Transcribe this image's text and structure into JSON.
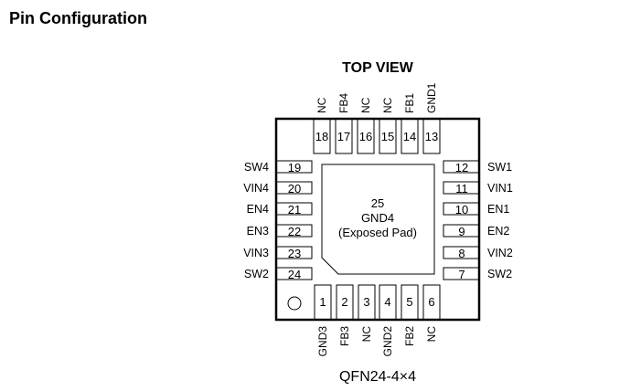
{
  "section_title": "Pin Configuration",
  "diagram": {
    "view_label": "TOP VIEW",
    "package_label": "QFN24-4×4",
    "exposed_pad": {
      "number": "25",
      "name": "GND4",
      "note": "(Exposed Pad)"
    },
    "pin1_marker": "circle-marker",
    "pins_bottom": [
      {
        "num": "1",
        "name": "GND3"
      },
      {
        "num": "2",
        "name": "FB3"
      },
      {
        "num": "3",
        "name": "NC"
      },
      {
        "num": "4",
        "name": "GND2"
      },
      {
        "num": "5",
        "name": "FB2"
      },
      {
        "num": "6",
        "name": "NC"
      }
    ],
    "pins_right": [
      {
        "num": "7",
        "name": "SW2"
      },
      {
        "num": "8",
        "name": "VIN2"
      },
      {
        "num": "9",
        "name": "EN2"
      },
      {
        "num": "10",
        "name": "EN1"
      },
      {
        "num": "11",
        "name": "VIN1"
      },
      {
        "num": "12",
        "name": "SW1"
      }
    ],
    "pins_top": [
      {
        "num": "13",
        "name": "GND1"
      },
      {
        "num": "14",
        "name": "FB1"
      },
      {
        "num": "15",
        "name": "NC"
      },
      {
        "num": "16",
        "name": "NC"
      },
      {
        "num": "17",
        "name": "FB4"
      },
      {
        "num": "18",
        "name": "NC"
      }
    ],
    "pins_left": [
      {
        "num": "19",
        "name": "SW4"
      },
      {
        "num": "20",
        "name": "VIN4"
      },
      {
        "num": "21",
        "name": "EN4"
      },
      {
        "num": "22",
        "name": "EN3"
      },
      {
        "num": "23",
        "name": "VIN3"
      },
      {
        "num": "24",
        "name": "SW2"
      }
    ]
  }
}
